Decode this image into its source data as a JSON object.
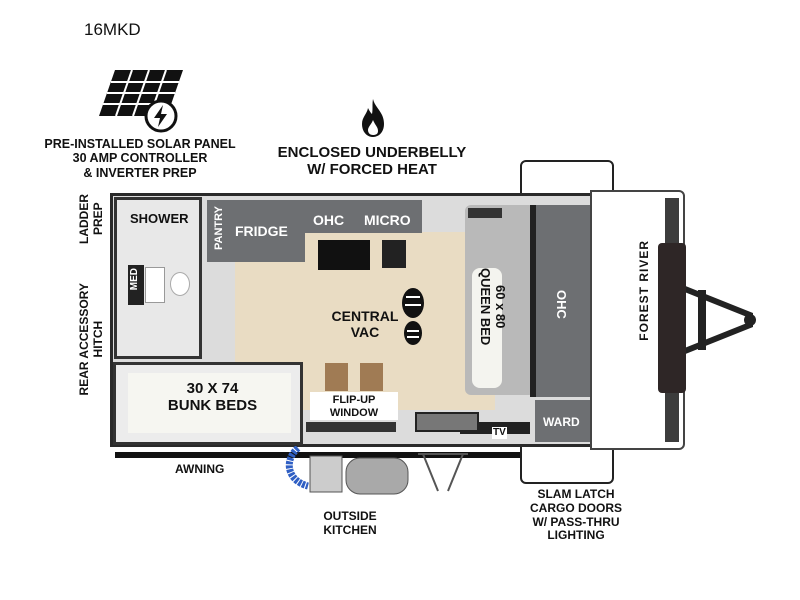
{
  "model_name": "16MKD",
  "callouts": {
    "solar": [
      "PRE-INSTALLED SOLAR PANEL",
      "30 AMP CONTROLLER",
      "& INVERTER PREP"
    ],
    "underbelly": [
      "ENCLOSED UNDERBELLY",
      "W/ FORCED HEAT"
    ],
    "ladder": [
      "LADDER",
      "PREP"
    ],
    "hitch": [
      "REAR ACCESSORY",
      "HITCH"
    ],
    "awning": "AWNING",
    "outside_kitchen": [
      "OUTSIDE",
      "KITCHEN"
    ],
    "cargo": [
      "SLAM LATCH",
      "CARGO DOORS",
      "W/ PASS-THRU",
      "LIGHTING"
    ]
  },
  "rooms": {
    "shower": "SHOWER",
    "med": "MED",
    "pantry": "PANTRY",
    "fridge": "FRIDGE",
    "ohc_kitchen": "OHC",
    "micro": "MICRO",
    "central_vac": [
      "CENTRAL",
      "VAC"
    ],
    "bunk": [
      "30 X 74",
      "BUNK BEDS"
    ],
    "flip_window": [
      "FLIP-UP",
      "WINDOW"
    ],
    "queen": [
      "60 x 80",
      "QUEEN BED"
    ],
    "ohc_front": "OHC",
    "ward": "WARD",
    "tv": "TV",
    "brand": "FOREST RIVER"
  },
  "colors": {
    "cabinet": "#6d6f72",
    "floor": "#e9dcc3",
    "wall": "#2a2a2a",
    "hose": "#2f5fc4"
  }
}
